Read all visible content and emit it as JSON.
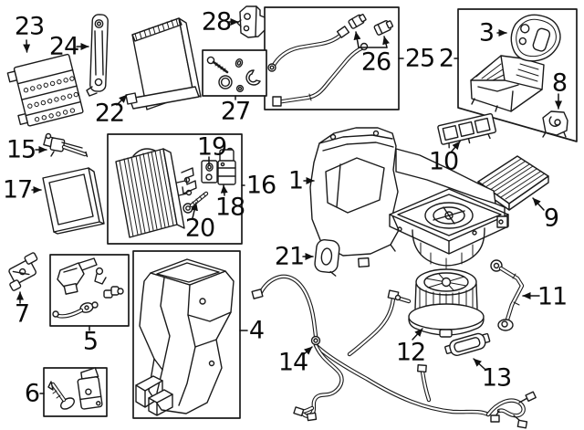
{
  "diagram": {
    "type": "exploded-parts-diagram",
    "background_color": "#ffffff",
    "line_color": "#1a1a1a",
    "callout_color": "#0a0a0a",
    "callouts": [
      {
        "label": "1"
      },
      {
        "label": "2"
      },
      {
        "label": "3"
      },
      {
        "label": "4"
      },
      {
        "label": "5"
      },
      {
        "label": "6"
      },
      {
        "label": "7"
      },
      {
        "label": "8"
      },
      {
        "label": "9"
      },
      {
        "label": "10"
      },
      {
        "label": "11"
      },
      {
        "label": "12"
      },
      {
        "label": "13"
      },
      {
        "label": "14"
      },
      {
        "label": "15"
      },
      {
        "label": "16"
      },
      {
        "label": "17"
      },
      {
        "label": "18"
      },
      {
        "label": "19"
      },
      {
        "label": "20"
      },
      {
        "label": "21"
      },
      {
        "label": "22"
      },
      {
        "label": "23"
      },
      {
        "label": "24"
      },
      {
        "label": "25"
      },
      {
        "label": "26"
      },
      {
        "label": "27"
      },
      {
        "label": "28"
      }
    ]
  }
}
